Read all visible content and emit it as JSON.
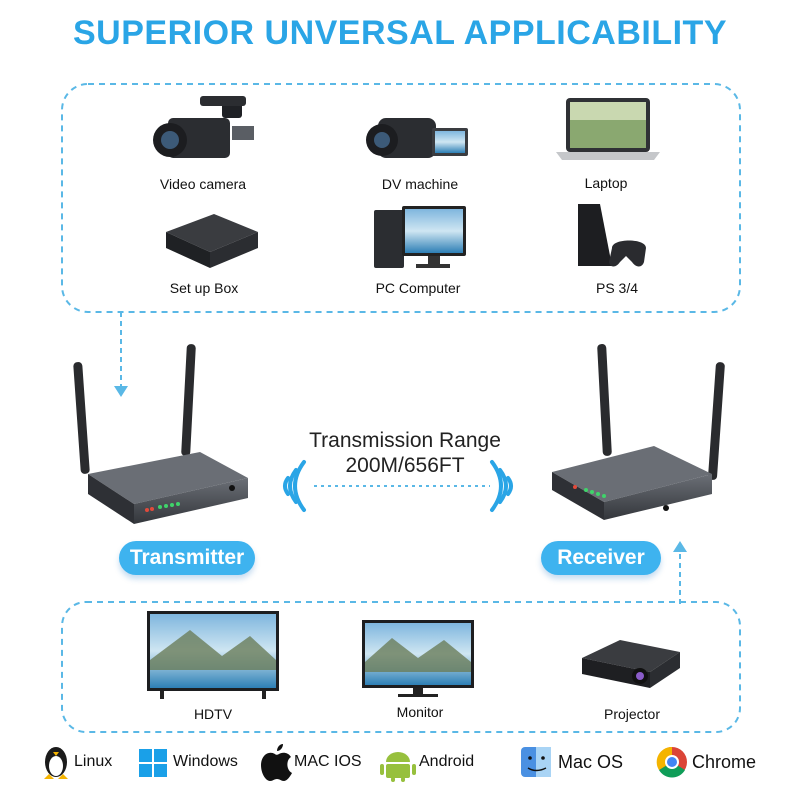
{
  "title": "SUPERIOR UNVERSAL APPLICABILITY",
  "sources": [
    {
      "label": "Video camera",
      "icon": "video-camera-icon"
    },
    {
      "label": "DV machine",
      "icon": "dv-machine-icon"
    },
    {
      "label": "Laptop",
      "icon": "laptop-icon"
    },
    {
      "label": "Set up Box",
      "icon": "set-top-box-icon"
    },
    {
      "label": "PC Computer",
      "icon": "pc-computer-icon"
    },
    {
      "label": "PS 3/4",
      "icon": "playstation-icon"
    }
  ],
  "range": {
    "line1": "Transmission Range",
    "line2": "200M/656FT"
  },
  "transmitter_label": "Transmitter",
  "receiver_label": "Receiver",
  "displays": [
    {
      "label": "HDTV",
      "icon": "hdtv-icon"
    },
    {
      "label": "Monitor",
      "icon": "monitor-icon"
    },
    {
      "label": "Projector",
      "icon": "projector-icon"
    }
  ],
  "os": [
    {
      "label": "Linux",
      "icon": "linux-icon"
    },
    {
      "label": "Windows",
      "icon": "windows-icon"
    },
    {
      "label": "MAC IOS",
      "icon": "apple-icon"
    },
    {
      "label": "Android",
      "icon": "android-icon"
    },
    {
      "label": "Mac OS",
      "icon": "mac-os-icon"
    },
    {
      "label": "Chrome",
      "icon": "chrome-icon"
    }
  ],
  "colors": {
    "accent": "#2aa5e6",
    "pill": "#3eb3ef",
    "dash": "#5ab8e6",
    "device": "#4a4d53"
  }
}
